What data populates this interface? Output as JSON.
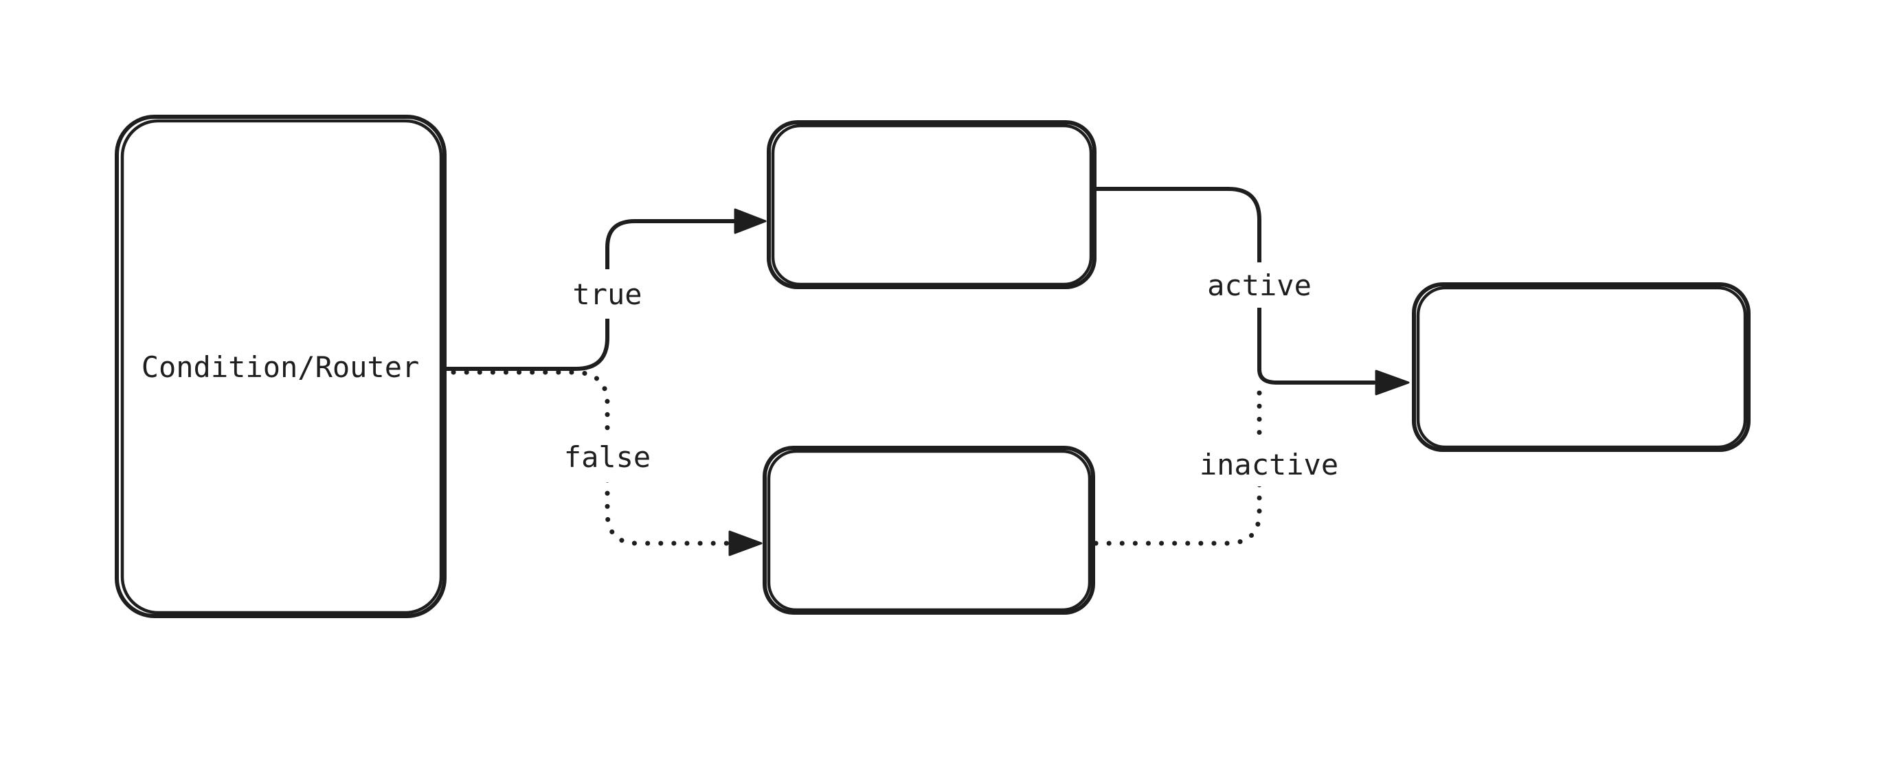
{
  "canvas": {
    "background_color": "#ffffff",
    "stroke_color": "#1e1e1e"
  },
  "diagram": {
    "type": "flowchart",
    "nodes": [
      {
        "id": "condition-router",
        "label": "Condition/Router",
        "shape": "rounded-rectangle"
      },
      {
        "id": "true-branch",
        "label": "",
        "shape": "rounded-rectangle"
      },
      {
        "id": "false-branch",
        "label": "",
        "shape": "rounded-rectangle"
      },
      {
        "id": "result",
        "label": "",
        "shape": "rounded-rectangle"
      }
    ],
    "edges": [
      {
        "from": "condition-router",
        "to": "true-branch",
        "label": "true",
        "line_style": "solid",
        "arrowhead": "triangle"
      },
      {
        "from": "condition-router",
        "to": "false-branch",
        "label": "false",
        "line_style": "dotted",
        "arrowhead": "triangle"
      },
      {
        "from": "true-branch",
        "to": "result",
        "label": "active",
        "line_style": "solid",
        "arrowhead": "triangle"
      },
      {
        "from": "false-branch",
        "to": "result",
        "label": "inactive",
        "line_style": "dotted",
        "arrowhead": "merges-into-active-arrowhead"
      }
    ]
  }
}
